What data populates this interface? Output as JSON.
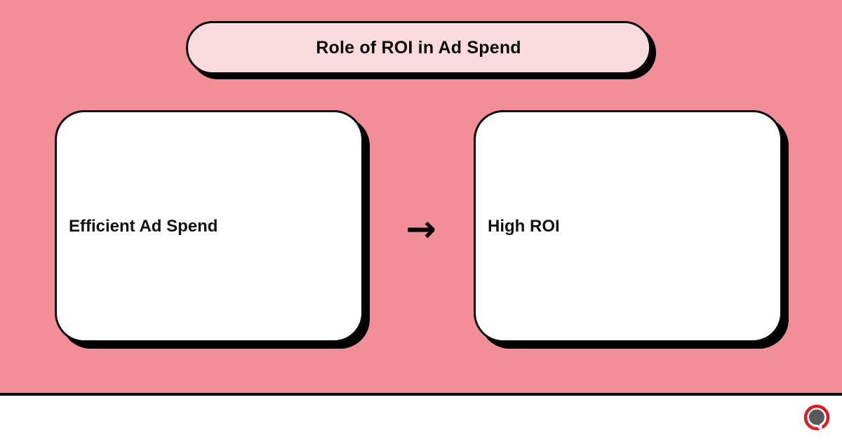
{
  "page": {
    "background_color": "#F18E98",
    "divider_color": "#000000",
    "footer_background": "#FFFFFF"
  },
  "title_banner": {
    "label": "Role of ROI in Ad Spend",
    "fill_color": "#FADBE0",
    "border_color": "#0A0A0A",
    "shadow_color": "#000000"
  },
  "flow": {
    "nodes": [
      {
        "label": "Efficient Ad Spend"
      },
      {
        "label": "High ROI"
      }
    ],
    "arrow_glyph": "→",
    "node_fill_color": "#FFFFFF",
    "node_border_color": "#0A0A0A"
  },
  "footer": {
    "logo": {
      "name": "speech-bubble-logo",
      "ring_color": "#E11B22",
      "bubble_color": "#58595B",
      "gap_color": "#FFFFFF"
    }
  }
}
